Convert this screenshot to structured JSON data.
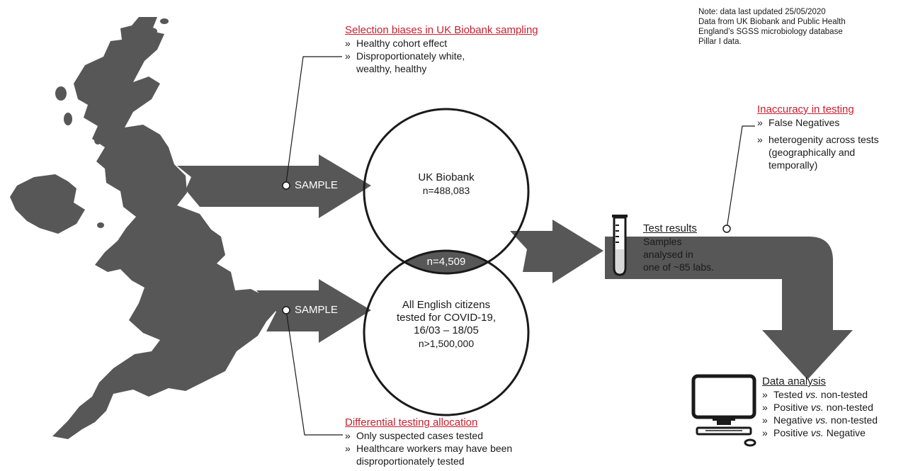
{
  "note": {
    "lines": [
      "Note: data last updated 25/05/2020",
      "Data from UK Biobank and Public Health",
      "England’s SGSS microbiology database",
      "Pillar I data."
    ]
  },
  "selection_biases": {
    "title": "Selection biases in UK Biobank sampling",
    "items": [
      "Healthy cohort effect",
      "Disproportionately white,",
      "wealthy, healthy"
    ]
  },
  "sample_labels": [
    "SAMPLE",
    "SAMPLE"
  ],
  "biobank": {
    "name": "UK Biobank",
    "n": "n=488,083"
  },
  "overlap": {
    "n": "n=4,509"
  },
  "english": {
    "lines": [
      "All English citizens",
      "tested for COVID-19,",
      "16/03 – 18/05",
      "n>1,500,000"
    ]
  },
  "test_results": {
    "title": "Test results",
    "lines": [
      "Samples",
      "analysed in",
      "one of ~85 labs."
    ]
  },
  "inaccuracy": {
    "title": "Inaccuracy in testing",
    "items": [
      "False Negatives",
      "heterogenity across tests",
      "(geographically and",
      "temporally)"
    ]
  },
  "differential": {
    "title": "Differential testing allocation",
    "items": [
      "Only suspected cases tested",
      "Healthcare workers may have been",
      "disproportionately tested"
    ]
  },
  "analysis": {
    "title": "Data analysis",
    "items": [
      {
        "a": "Tested ",
        "vs": "vs.",
        "b": " non-tested"
      },
      {
        "a": "Positive ",
        "vs": "vs.",
        "b": " non-tested"
      },
      {
        "a": "Negative ",
        "vs": "vs.",
        "b": " non-tested"
      },
      {
        "a": "Positive ",
        "vs": "vs.",
        "b": " Negative"
      }
    ]
  },
  "colors": {
    "map": "#575757",
    "arrow": "#575757",
    "accent_red": "#c8202e",
    "text": "#1a1a1a"
  },
  "icons": [
    "uk-map-icon",
    "test-tube-icon",
    "computer-icon"
  ]
}
